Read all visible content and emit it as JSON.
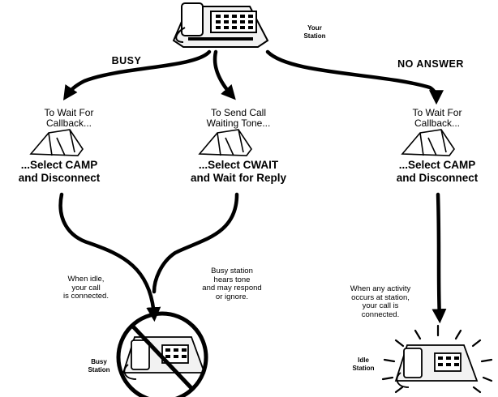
{
  "your_station": "Your\nStation",
  "branch_labels": {
    "busy": "BUSY",
    "no_answer": "NO ANSWER"
  },
  "columns": [
    {
      "intro": "To Wait For\nCallback...",
      "action": "...Select CAMP\nand Disconnect"
    },
    {
      "intro": "To Send Call\nWaiting Tone...",
      "action": "...Select CWAIT\nand Wait for Reply"
    },
    {
      "intro": "To Wait For\nCallback...",
      "action": "...Select CAMP\nand Disconnect"
    }
  ],
  "notes": {
    "idle_connect": "When idle,\nyour call\nis connected.",
    "busy_hears": "Busy station\nhears tone\nand may respond\nor ignore.",
    "activity": "When any activity\noccurs at station,\nyour call is\nconnected."
  },
  "stations": {
    "busy": "Busy\nStation",
    "idle": "Idle\nStation"
  }
}
